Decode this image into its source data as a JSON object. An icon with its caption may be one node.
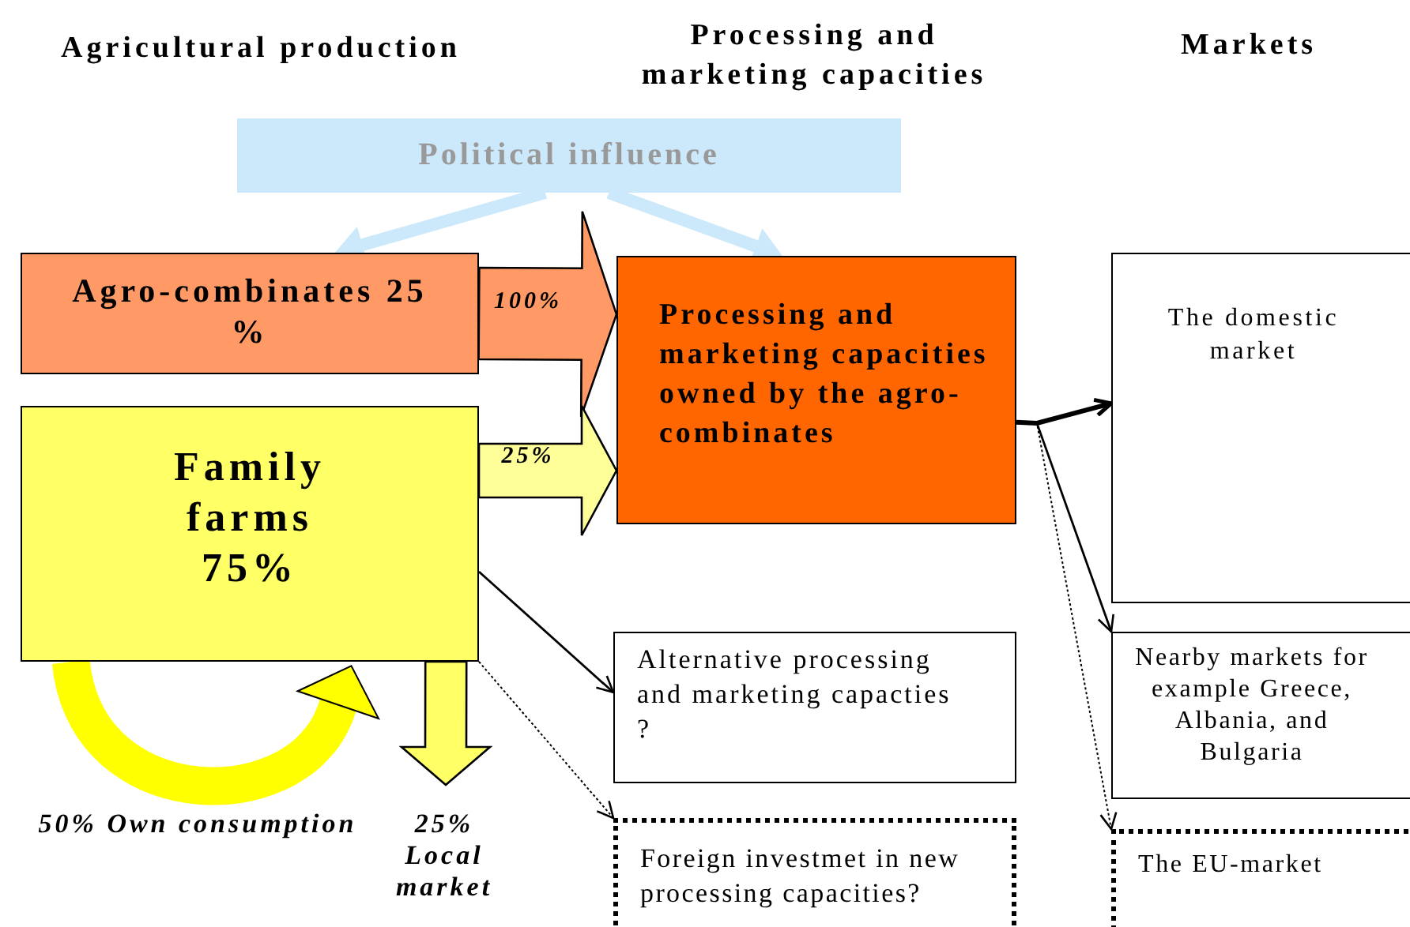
{
  "diagram": {
    "nodes": [
      {
        "text": [
          "Political influence"
        ]
      },
      {
        "text": [
          "Agro-combinates 25 %"
        ]
      },
      {
        "text": [
          "Family farms 75%"
        ]
      },
      {
        "text": [
          "Processing and marketing capacities owned by the agro-combinates"
        ]
      },
      {
        "text": [
          "Alternative processing and marketing capacties ?"
        ]
      },
      {
        "text": [
          "Foreign investmet in new processing capacities?"
        ]
      },
      {
        "text": [
          "The domestic market"
        ]
      },
      {
        "text": [
          "Nearby markets for example Greece, Albania, and Bulgaria"
        ]
      },
      {
        "text": [
          "The EU-market"
        ]
      }
    ],
    "edges": [
      {
        "from": 0,
        "to": 1,
        "arrow": "to",
        "style": "thick",
        "color": "#cce9fb"
      },
      {
        "from": 0,
        "to": 3,
        "arrow": "to",
        "style": "thick",
        "color": "#cce9fb"
      },
      {
        "from": 1,
        "to": 3,
        "arrow": "to",
        "label": "100%",
        "style": "thick",
        "color": "#ff9966"
      },
      {
        "from": 2,
        "to": 3,
        "arrow": "to",
        "label": "25%",
        "style": "thick",
        "color": "#ffff99"
      },
      {
        "from": 2,
        "to": 4,
        "arrow": "to"
      },
      {
        "from": 2,
        "to": 5,
        "arrow": "to",
        "style": "dashed"
      },
      {
        "from": 3,
        "to": 6,
        "arrow": "to",
        "style": "thick"
      },
      {
        "from": 3,
        "to": 7,
        "arrow": "to"
      },
      {
        "from": 3,
        "to": 8,
        "arrow": "to",
        "style": "dashed"
      },
      {
        "from": 2,
        "to": 2,
        "arrow": "to",
        "label": "50% Own consumption",
        "style": "thick",
        "color": "#ffff00"
      },
      {
        "from": 2,
        "to": null,
        "arrow": "to",
        "label": "25% Local market",
        "style": "thick",
        "color": "#ffff66"
      }
    ],
    "labels": [
      "Agricultural production",
      "Processing and marketing capacities",
      "Markets"
    ]
  }
}
